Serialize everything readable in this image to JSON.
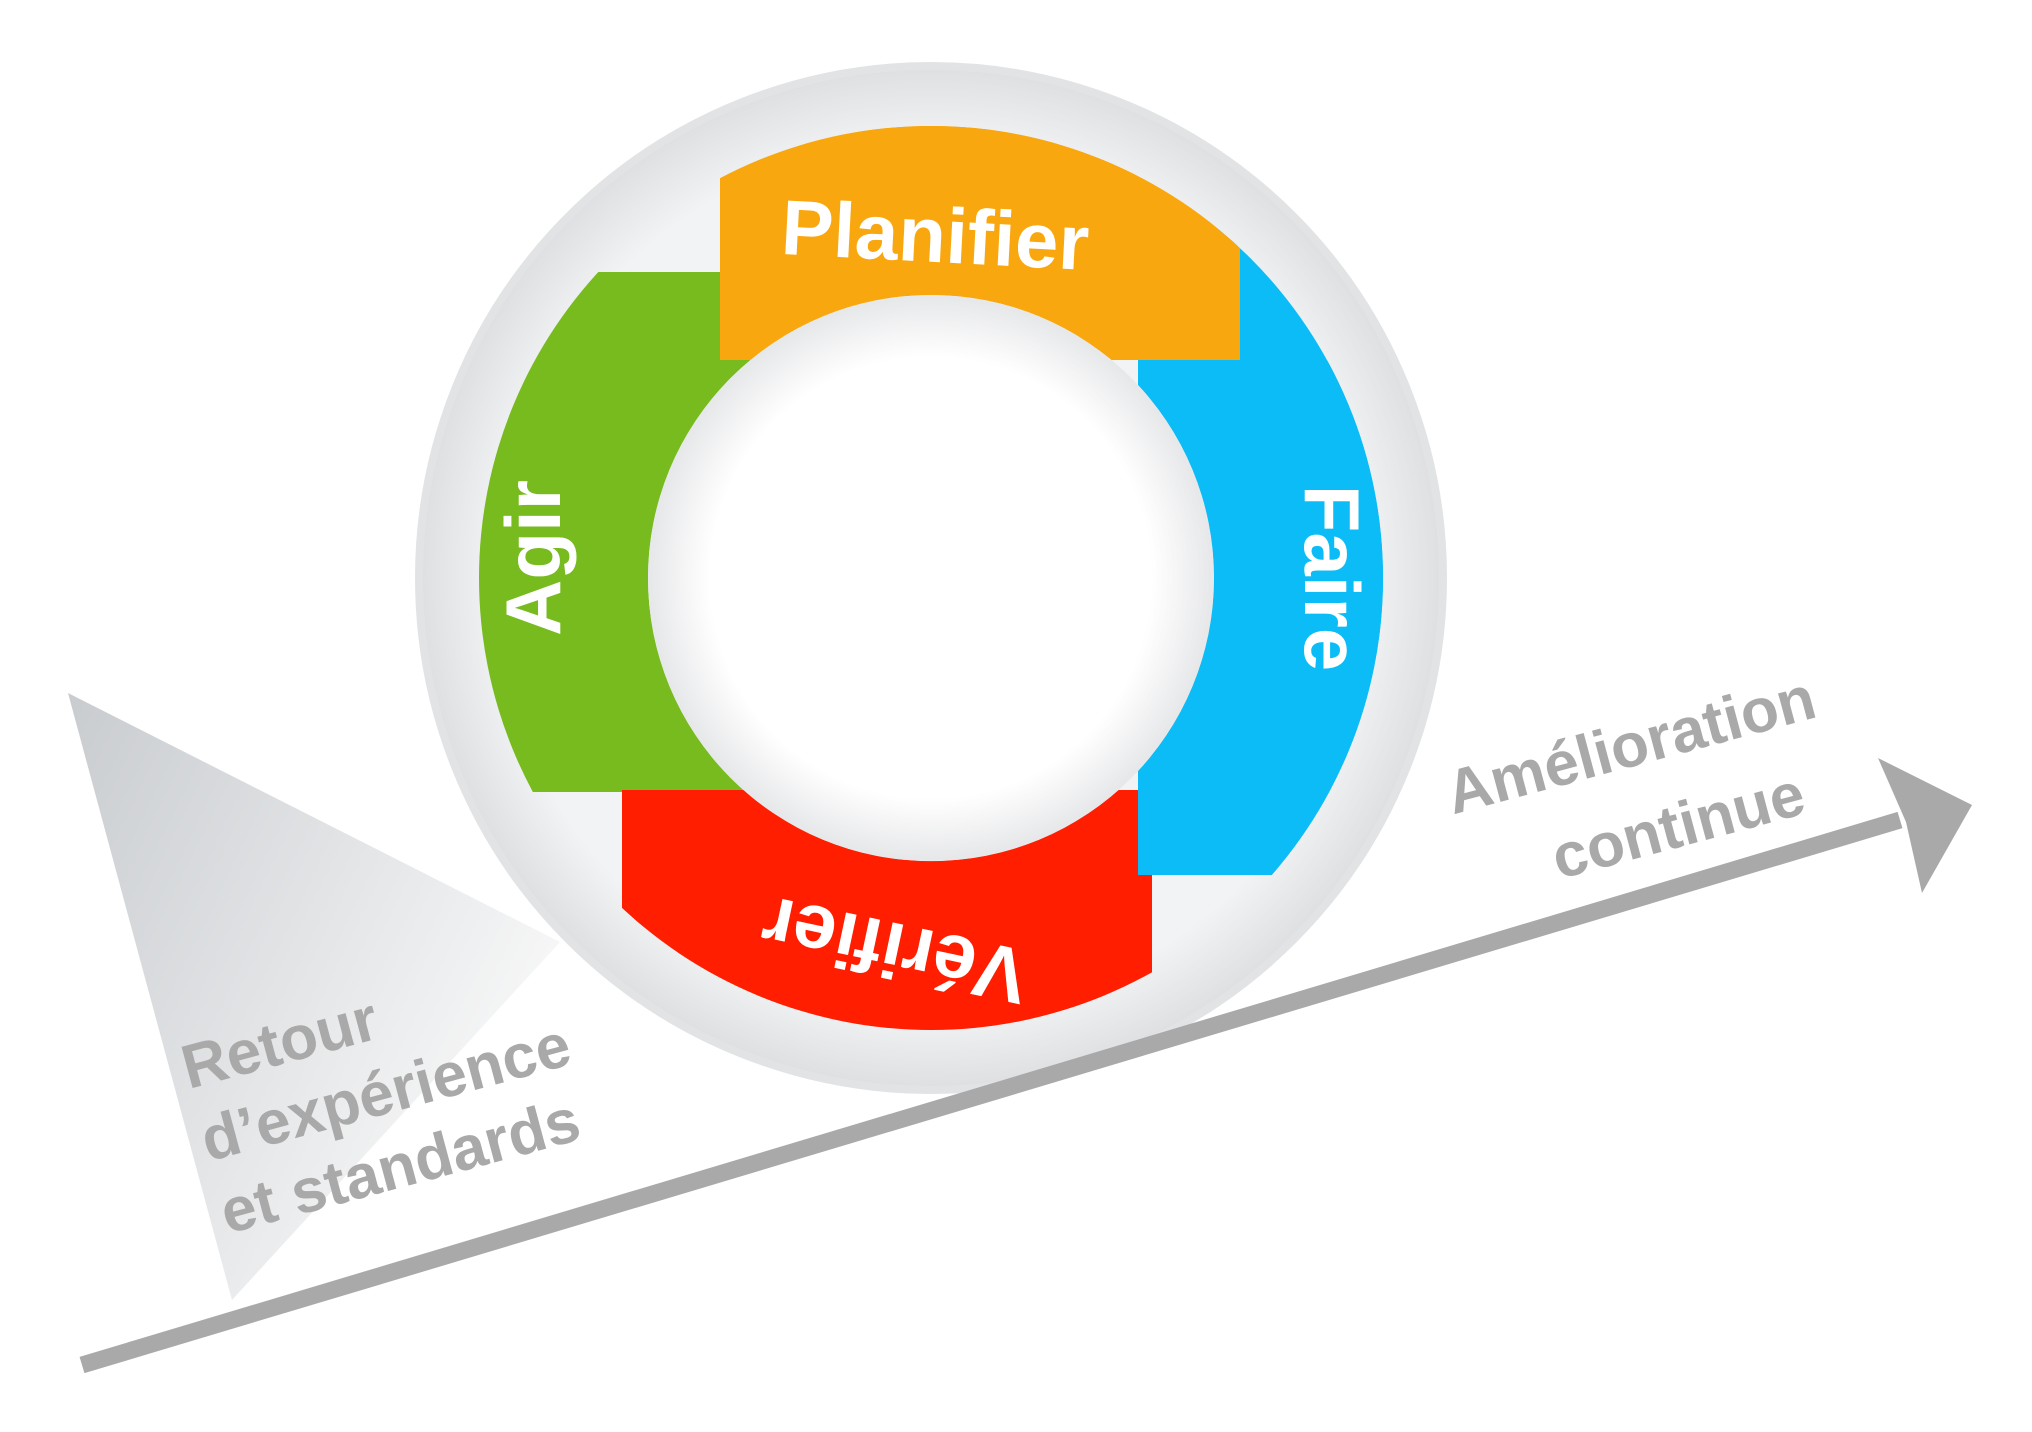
{
  "phases": [
    {
      "id": "plan",
      "label": "Planifier",
      "color": "#F9A70E"
    },
    {
      "id": "do",
      "label": "Faire",
      "color": "#0CBCF6"
    },
    {
      "id": "check",
      "label": "Vérifier",
      "color": "#FF1E00"
    },
    {
      "id": "act",
      "label": "Agir",
      "color": "#77BB1F"
    }
  ],
  "wedge": {
    "lines": [
      "Retour",
      "d’expérience",
      "et standards"
    ],
    "color": "#CFD2D5"
  },
  "arrow": {
    "lines": [
      "Amélioration",
      "continue"
    ],
    "color": "#A9A9A9"
  },
  "colors": {
    "ring_outer": "#E6E7E9",
    "ring_inner": "#E9EAEC",
    "label_text": "#FFFFFF",
    "grey_text": "#A9A9A9"
  }
}
